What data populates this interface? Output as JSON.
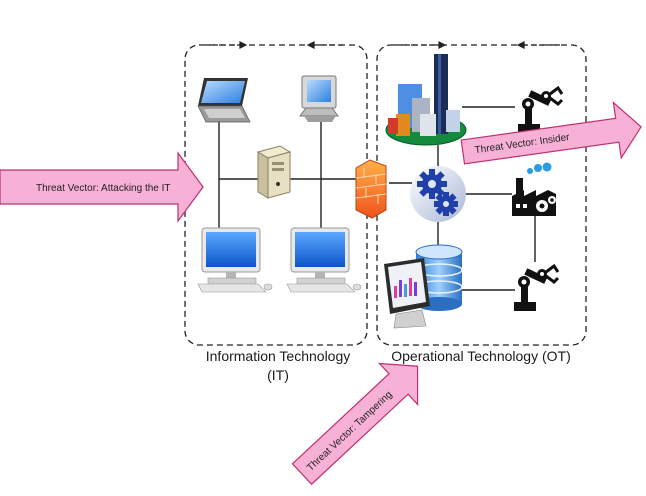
{
  "zones": {
    "it": {
      "title": "Information Technology",
      "subtitle": "(IT)"
    },
    "ot": {
      "title": "Operational Technology (OT)"
    }
  },
  "threats": {
    "attacking_it": "Threat Vector: Attacking the IT",
    "insider": "Threat Vector: Insider",
    "tampering": "Threat Vector: Tampering"
  },
  "colors": {
    "arrow_fill": "#f7b0d6",
    "arrow_stroke": "#c0306f",
    "line": "#222222",
    "gear_blue": "#1e40a8",
    "firewall": "#ff8a2a"
  },
  "icons": {
    "it": [
      "laptop-icon",
      "crt-monitor-icon",
      "server-tower-icon",
      "desktop-computer-icon",
      "desktop-computer-icon"
    ],
    "ot": [
      "city-buildings-icon",
      "gears-icon",
      "database-icon",
      "robot-arm-icon",
      "factory-icon",
      "robot-arm-icon"
    ],
    "boundary": [
      "firewall-icon"
    ]
  }
}
